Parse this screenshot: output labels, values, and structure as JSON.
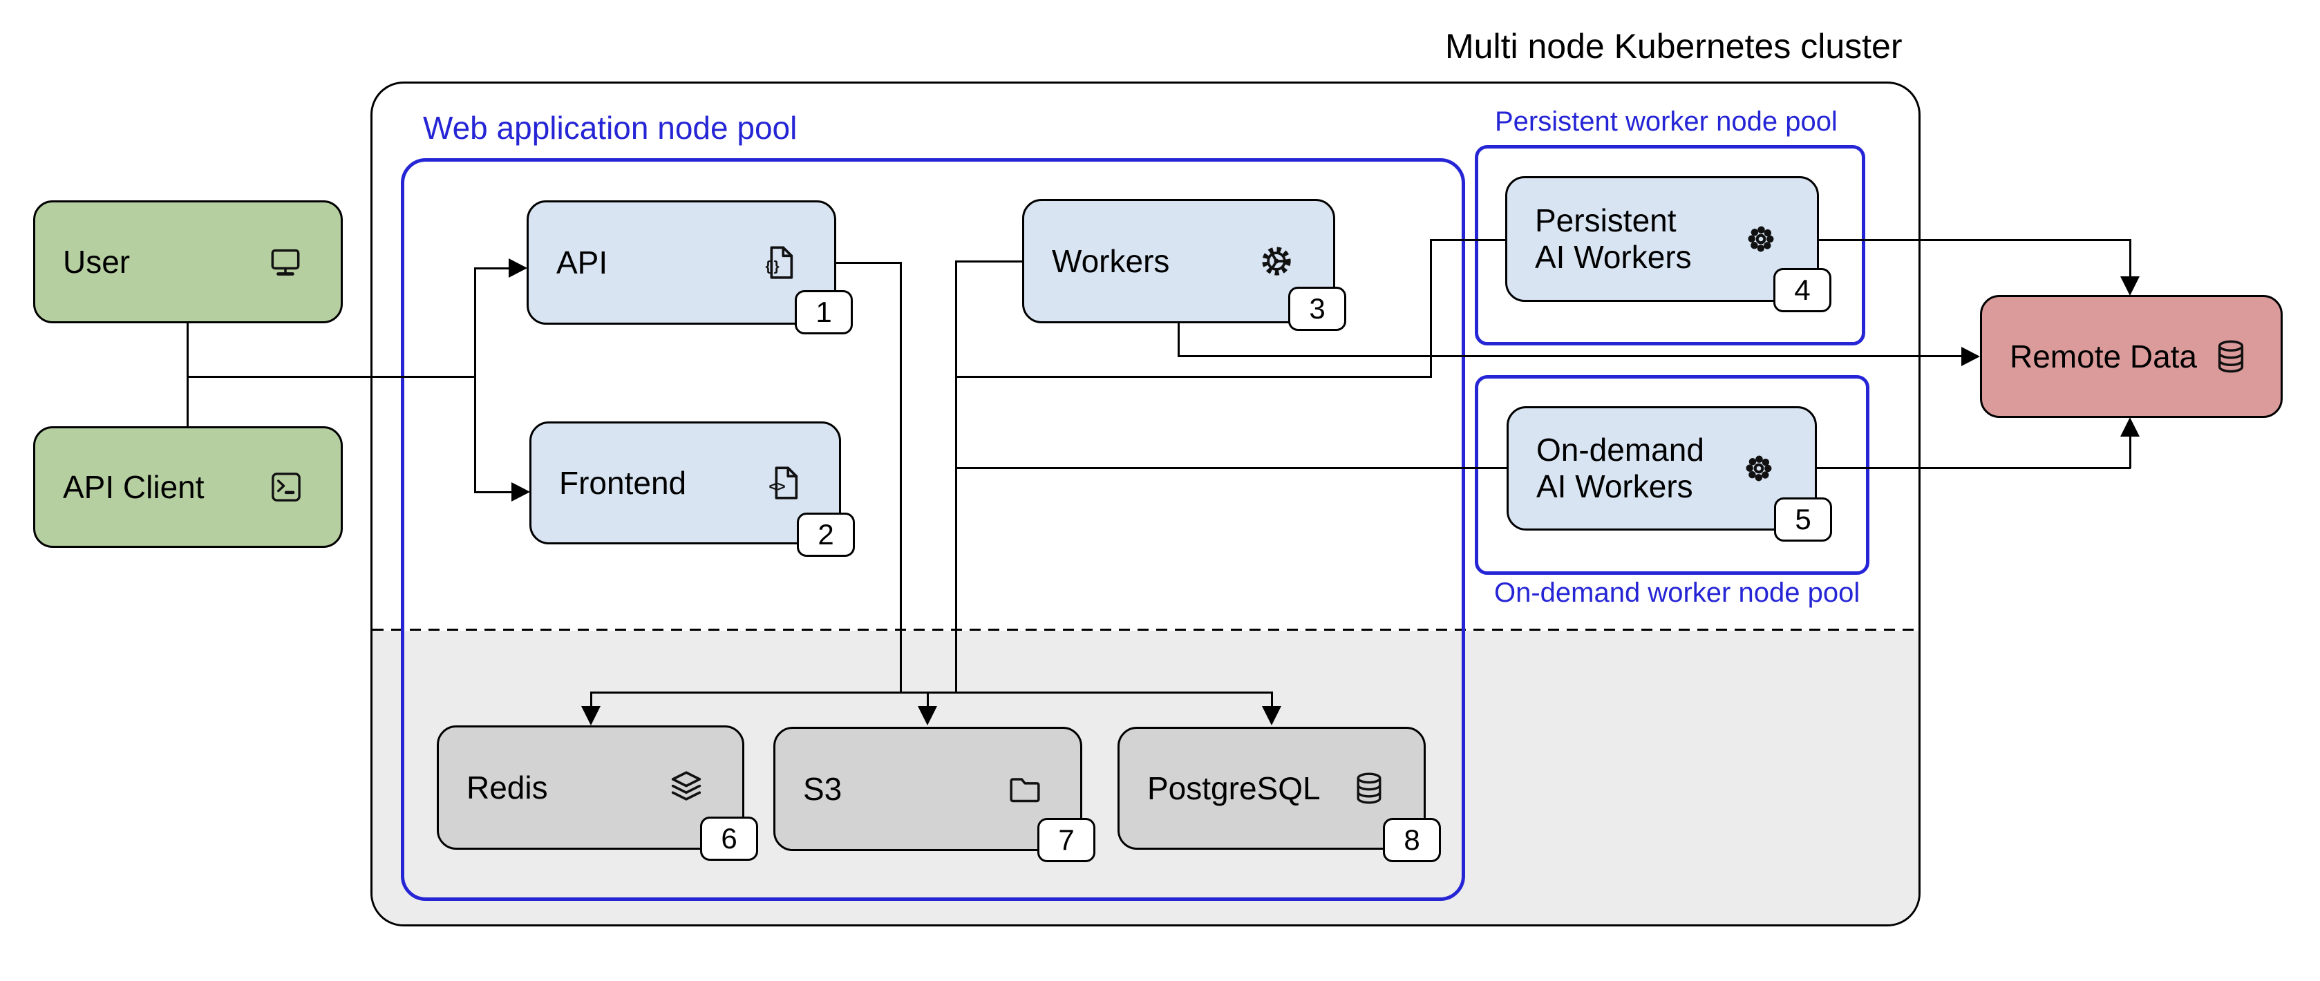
{
  "title": "Multi node Kubernetes cluster",
  "pools": {
    "web": {
      "label": "Web application node pool"
    },
    "persistent": {
      "label": "Persistent worker node pool"
    },
    "ondemand": {
      "label": "On-demand worker node pool"
    }
  },
  "nodes": {
    "user": {
      "label": "User",
      "icon": "monitor-icon"
    },
    "api_client": {
      "label": "API Client",
      "icon": "terminal-icon"
    },
    "api": {
      "label": "API",
      "badge": "1",
      "icon": "file-code-icon"
    },
    "frontend": {
      "label": "Frontend",
      "badge": "2",
      "icon": "file-code-icon"
    },
    "workers": {
      "label": "Workers",
      "badge": "3",
      "icon": "gear-icon"
    },
    "persistent_ai": {
      "label_line1": "Persistent",
      "label_line2": "AI Workers",
      "badge": "4",
      "icon": "cog-icon"
    },
    "ondemand_ai": {
      "label_line1": "On-demand",
      "label_line2": "AI Workers",
      "badge": "5",
      "icon": "cog-icon"
    },
    "remote_data": {
      "label": "Remote Data",
      "icon": "database-icon"
    },
    "redis": {
      "label": "Redis",
      "badge": "6",
      "icon": "layers-icon"
    },
    "s3": {
      "label": "S3",
      "badge": "7",
      "icon": "folder-icon"
    },
    "postgresql": {
      "label": "PostgreSQL",
      "badge": "8",
      "icon": "database-icon"
    }
  },
  "colors": {
    "blue": "#2525d6",
    "green": "#b6cfa1",
    "bluebox": "#d8e4f2",
    "graybox": "#d3d3d3",
    "redbox": "#db9b9b",
    "zone": "#ececec"
  }
}
